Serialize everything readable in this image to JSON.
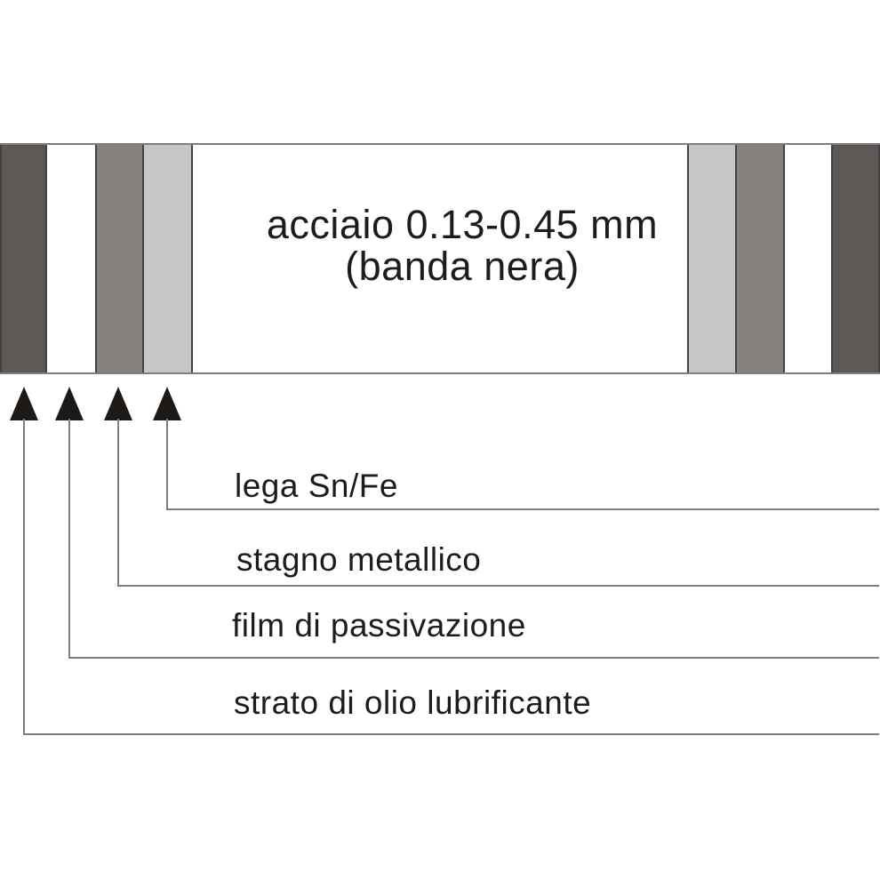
{
  "diagram": {
    "title": {
      "line1": "acciaio 0.13-0.45 mm",
      "line2": "(banda nera)"
    },
    "layer_labels": [
      {
        "text": "lega Sn/Fe"
      },
      {
        "text": "stagno metallico"
      },
      {
        "text": "film di passivazione"
      },
      {
        "text": "strato di olio lubrificante"
      }
    ]
  },
  "colors": {
    "background": "#ffffff",
    "band_dark": "#5d5856",
    "band_mid": "#878280",
    "band_light": "#c6c5c7",
    "outline": "#424242",
    "line": "#7e7e7e",
    "arrow": "#1c1917",
    "text": "#1e1b1a"
  }
}
